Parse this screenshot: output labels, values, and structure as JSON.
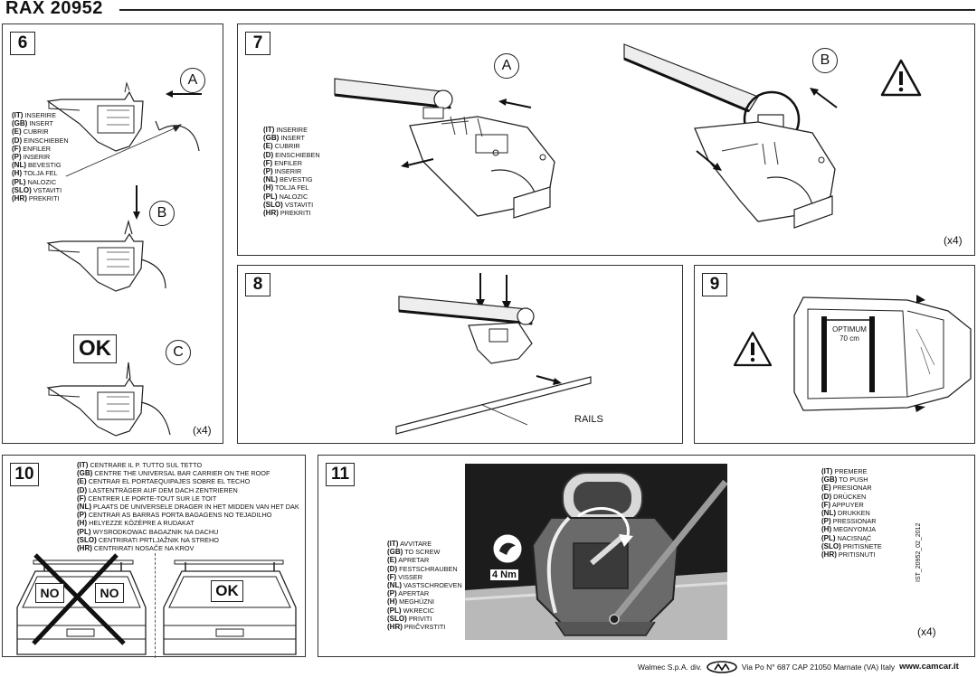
{
  "header": {
    "title": "RAX 20952"
  },
  "languages_insert": [
    {
      "code": "(IT)",
      "text": "INSERIRE"
    },
    {
      "code": "(GB)",
      "text": "INSERT"
    },
    {
      "code": "(E)",
      "text": "CUBRIR"
    },
    {
      "code": "(D)",
      "text": "EINSCHIEBEN"
    },
    {
      "code": "(F)",
      "text": "ENFILER"
    },
    {
      "code": "(P)",
      "text": "INSERIR"
    },
    {
      "code": "(NL)",
      "text": "BEVESTIG"
    },
    {
      "code": "(H)",
      "text": "TOLJA FEL"
    },
    {
      "code": "(PL)",
      "text": "NALOZIC"
    },
    {
      "code": "(SLO)",
      "text": "VSTAVITI"
    },
    {
      "code": "(HR)",
      "text": "PREKRITI"
    }
  ],
  "step6": {
    "number": "6",
    "label_a": "A",
    "label_b": "B",
    "label_c": "C",
    "ok": "OK",
    "count": "(x4)"
  },
  "step7": {
    "number": "7",
    "label_a": "A",
    "label_b": "B",
    "count": "(x4)"
  },
  "step8": {
    "number": "8",
    "rails": "RAILS"
  },
  "step9": {
    "number": "9",
    "optimum": "OPTIMUM",
    "distance": "70 cm"
  },
  "step10": {
    "number": "10",
    "no1": "NO",
    "no2": "NO",
    "ok": "OK",
    "languages": [
      {
        "code": "(IT)",
        "text": "CENTRARE IL P. TUTTO SUL TETTO"
      },
      {
        "code": "(GB)",
        "text": "CENTRE THE UNIVERSAL BAR CARRIER ON THE ROOF"
      },
      {
        "code": "(E)",
        "text": "CENTRAR EL PORTAEQUIPAJES SOBRE EL TECHO"
      },
      {
        "code": "(D)",
        "text": "LASTENTRÄGER AUF DEM DACH ZENTRIEREN"
      },
      {
        "code": "(F)",
        "text": "CENTRER LE PORTE-TOUT SUR LE TOIT"
      },
      {
        "code": "(NL)",
        "text": "PLAATS DE UNIVERSELE DRAGER IN HET MIDDEN VAN HET DAK"
      },
      {
        "code": "(P)",
        "text": "CENTRAR AS BARRAS PORTA BAGAGENS NO TEJADILHO"
      },
      {
        "code": "(H)",
        "text": "HELYEZZE KÖZÉPRE A RUDAKAT"
      },
      {
        "code": "(PL)",
        "text": "WYSRODKOWAC BAGAZNIK NA DACHU"
      },
      {
        "code": "(SLO)",
        "text": "CENTRIRATI PRTLJAŽNIK NA STREHO"
      },
      {
        "code": "(HR)",
        "text": "CENTRIRATI NOSAČE NA KROV"
      }
    ]
  },
  "step11": {
    "number": "11",
    "torque": "4 Nm",
    "count": "(x4)",
    "doc_code": "IST_20952_02_2012",
    "languages_screw": [
      {
        "code": "(IT)",
        "text": "AVVITARE"
      },
      {
        "code": "(GB)",
        "text": "TO SCREW"
      },
      {
        "code": "(E)",
        "text": "APRETAR"
      },
      {
        "code": "(D)",
        "text": "FESTSCHRAUBEN"
      },
      {
        "code": "(F)",
        "text": "VISSER"
      },
      {
        "code": "(NL)",
        "text": "VASTSCHROEVEN"
      },
      {
        "code": "(P)",
        "text": "APERTAR"
      },
      {
        "code": "(H)",
        "text": "MEGHÚZNI"
      },
      {
        "code": "(PL)",
        "text": "WKRECIC"
      },
      {
        "code": "(SLO)",
        "text": "PRIVITI"
      },
      {
        "code": "(HR)",
        "text": "PRIČVRSTITI"
      }
    ],
    "languages_push": [
      {
        "code": "(IT)",
        "text": "PREMERE"
      },
      {
        "code": "(GB)",
        "text": "TO PUSH"
      },
      {
        "code": "(E)",
        "text": "PRESIONAR"
      },
      {
        "code": "(D)",
        "text": "DRÜCKEN"
      },
      {
        "code": "(F)",
        "text": "APPUYER"
      },
      {
        "code": "(NL)",
        "text": "DRUKKEN"
      },
      {
        "code": "(P)",
        "text": "PRESSIONAR"
      },
      {
        "code": "(H)",
        "text": "MEGNYOMJA"
      },
      {
        "code": "(PL)",
        "text": "NACISNĄĆ"
      },
      {
        "code": "(SLO)",
        "text": "PRITISNETE"
      },
      {
        "code": "(HR)",
        "text": "PRITISNUTI"
      }
    ]
  },
  "footer": {
    "company": "Walmec S.p.A. div.",
    "address": "Via Po N° 687 CAP 21050 Marnate (VA) Italy",
    "www_label": "www.",
    "website": "camcar.it"
  }
}
